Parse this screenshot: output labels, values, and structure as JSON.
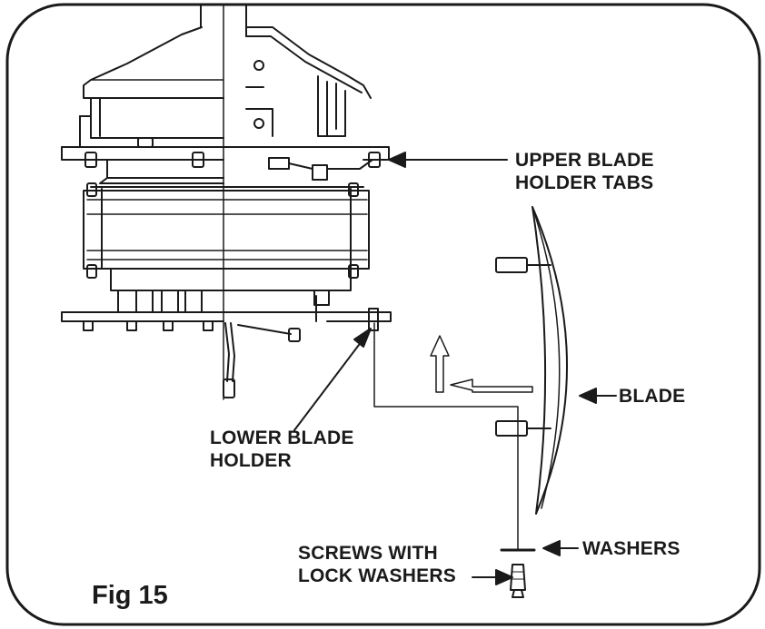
{
  "figure_label": "Fig 15",
  "labels": {
    "upper_tabs_line1": "UPPER BLADE",
    "upper_tabs_line2": "HOLDER TABS",
    "blade": "BLADE",
    "lower_holder_line1": "LOWER BLADE",
    "lower_holder_line2": "HOLDER",
    "washers": "WASHERS",
    "screws_line1": "SCREWS WITH",
    "screws_line2": "LOCK WASHERS"
  },
  "colors": {
    "ink": "#1a1a1a",
    "background": "#ffffff"
  }
}
